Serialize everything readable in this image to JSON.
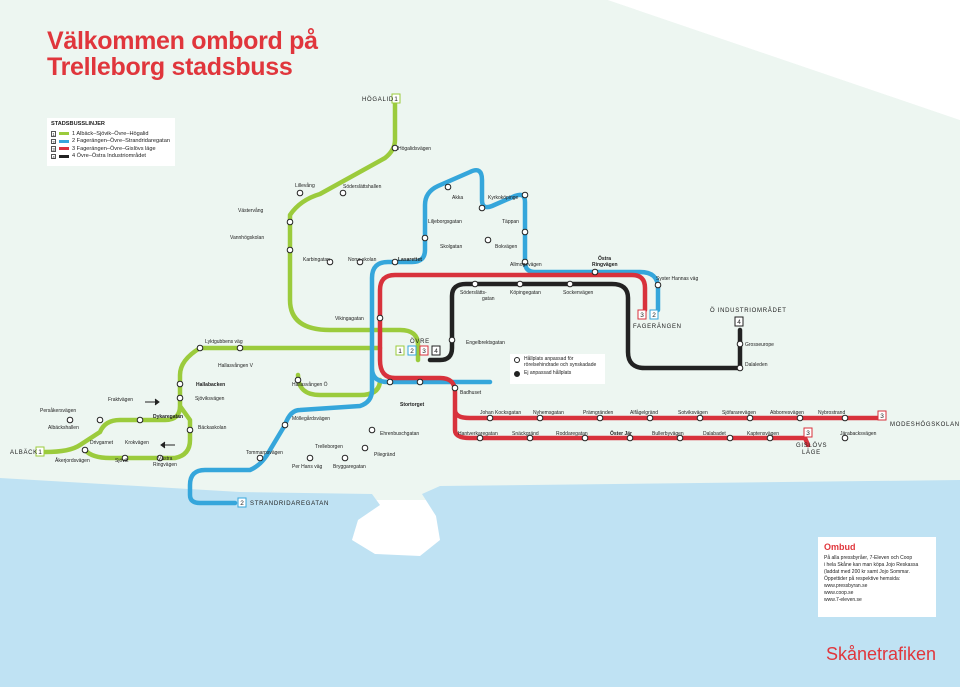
{
  "page": {
    "title_line1": "Välkommen ombord på",
    "title_line2": "Trelleborg stadsbuss",
    "brand": "Skånetrafiken"
  },
  "colors": {
    "line1": "#9bcb3c",
    "line2": "#35a6db",
    "line3": "#d8323c",
    "line4": "#222222",
    "land": "#edf6f1",
    "sea": "#bfe2f3",
    "accent": "#e0363c"
  },
  "legend": {
    "heading": "STADSBUSSLINJER",
    "items": [
      {
        "num": "1",
        "text": "1 Albäck–Sjövik–Övre–Högalid"
      },
      {
        "num": "2",
        "text": "2 Fagerängen–Övre–Strandridaregatan"
      },
      {
        "num": "3",
        "text": "3 Fagerängen–Övre–Gislövs läge"
      },
      {
        "num": "4",
        "text": "4 Övre–Östra Industriområdet"
      }
    ]
  },
  "terminals": {
    "hogalid": "HÖGALID",
    "hogalid_num": "1",
    "alback": "ALBÄCK",
    "alback_num": "1",
    "strandridaregatan": "STRANDRIDAREGATAN",
    "strandridaregatan_num": "2",
    "fagerangen": "FAGERÄNGEN",
    "fagerangen_nums": [
      "3",
      "2"
    ],
    "o_industri": "Ö INDUSTRIOMRÅDET",
    "o_industri_num": "4",
    "ovre": "ÖVRE",
    "ovre_nums": [
      "1",
      "2",
      "3",
      "4"
    ],
    "gislovs_line1": "GISLÖVS",
    "gislovs_line2": "LÄGE",
    "gislovs_num": "3",
    "modeshogskolan": "MODESHÖGSKOLAN",
    "modeshogskolan_num": "3"
  },
  "stops": {
    "hogalidsvagen": "Högalidsvägen",
    "lillevang": "Lillevång",
    "soderslattshallen": "Söderslättshallen",
    "vastervang": "Västervång",
    "vannhogskolan": "Vannhögskolan",
    "karbingatan": "Karbingatan",
    "norra_skolan": "Norra skolan",
    "lasarettet": "Lasarettet",
    "akka": "Akka",
    "kyrkoköpinge": "Kyrkoköpinge",
    "liljeborgsgatan": "Liljeborgsgatan",
    "tappan": "Täppan",
    "skolgatan": "Skolgatan",
    "bokvagen": "Bokvägen",
    "allmogevagen": "Allmogevägen",
    "ostra_ringvagen_1": "Östra",
    "ostra_ringvagen_2": "Ringvägen",
    "syster_hannas_vag": "Syster Hannas väg",
    "soderslatts_1": "Söderslätts-",
    "soderslatts_2": "gatan",
    "kopingegatan": "Köpingegatan",
    "sockenvagen": "Sockenvägen",
    "vikingagatan": "Vikingagatan",
    "engelbrektsgatan": "Engelbrektsgatan",
    "grosseurope": "Grosseurope",
    "dalaleden": "Dalaleden",
    "lyktgubbens_vag": "Lyktgubbens väg",
    "hallasvangen_v": "Hallasvången V",
    "hallabacken": "Hallabacken",
    "hallasvangen_o": "Hallasvången Ö",
    "sjoviksvagen": "Sjöviksvägen",
    "badhuset": "Badhuset",
    "stortorget": "Stortorget",
    "fraktvagen": "Fraktvägen",
    "persakersvagen": "Persåkersvägen",
    "albackshallen": "Albäckshallen",
    "dykaregatan": "Dykaregatan",
    "backaskolan": "Bäckaskolan",
    "mollegardsvagen": "Möllegårdsvägen",
    "ehrenbuschgatan": "Ehrenbuschgatan",
    "drivgarnet": "Drivgarnet",
    "krokvagen": "Krokvägen",
    "akerjordsvagen": "Åkerjordsvägen",
    "sjovik": "Sjövik",
    "vastra_ringvagen_1": "Västra",
    "vastra_ringvagen_2": "Ringvägen",
    "tommarpsvagen": "Tommarpsvägen",
    "trelleborgen": "Trelleborgen",
    "per_hans_vag": "Per Hans väg",
    "bryggaregatan": "Bryggaregatan",
    "pilegrand": "Pilegränd",
    "johan_kocksgatan": "Johan Kocksgatan",
    "nyhemsgatan": "Nyhemsgatan",
    "pramgranden": "Prämgränden",
    "alfagelgrand": "Alfågelgränd",
    "sotviksvagen": "Sotviksvägen",
    "sjofararevagen": "Sjöfararevägen",
    "abborresvagen": "Abborresvägen",
    "nybrostrand": "Nybrostrand",
    "hamnverkaregatan": "Hantverkaregatan",
    "snackgrand": "Snäckgränd",
    "roddaregatan": "Roddaregatan",
    "oster_jar": "Öster Jär",
    "bullerbyvagen": "Bullerbyvägen",
    "dalabadet": "Dalabadet",
    "kaptensvagen": "Kaptensvägen",
    "jarabacksvagen": "Järabacksvägen"
  },
  "key": {
    "accessible_1": "Hållplats anpassad för",
    "accessible_2": "rörelsehindrade och synskadade",
    "not_accessible": "Ej anpassad hållplats"
  },
  "ombud": {
    "title": "Ombud",
    "lines": [
      "På alla pressbyråer, 7-Eleven och Coop",
      "i hela Skåne kan man köpa Jojo Reskassa",
      "(laddat med 200 kr samt Jojo Sommar.",
      "Öppettider på respektive hemsida:",
      "www.pressbyran.se",
      "www.coop.se",
      "www.7-eleven.se"
    ]
  }
}
